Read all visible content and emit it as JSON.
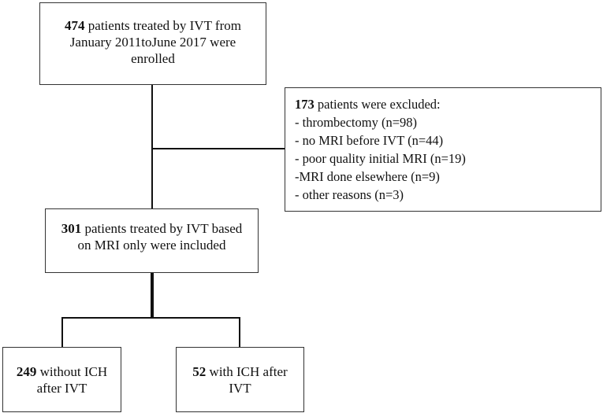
{
  "boxes": {
    "enrolled": {
      "count": "474",
      "text_line1": " patients treated by IVT from",
      "text_line2": "January 2011toJune 2017 were",
      "text_line3": "enrolled"
    },
    "excluded": {
      "count": "173",
      "title": " patients were excluded:",
      "items": [
        "- thrombectomy (n=98)",
        "- no MRI before IVT (n=44)",
        "- poor quality initial MRI (n=19)",
        "-MRI done elsewhere (n=9)",
        "- other reasons (n=3)"
      ]
    },
    "included": {
      "count": "301",
      "text_line1": " patients treated by IVT based",
      "text_line2": "on MRI only were included"
    },
    "without_ich": {
      "count": "249",
      "text_line1": " without ICH",
      "text_line2": "after IVT"
    },
    "with_ich": {
      "count": "52",
      "text_line1": " with ICH after",
      "text_line2": "IVT"
    }
  }
}
